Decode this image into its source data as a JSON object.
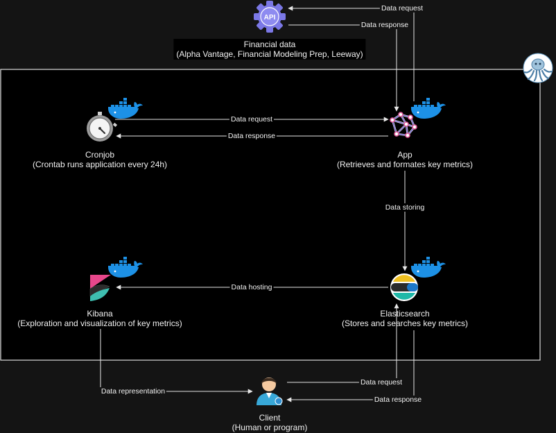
{
  "nodes": {
    "api": {
      "icon": "api-gear-icon",
      "icon_text": "API",
      "title": "Financial data",
      "subtitle": "(Alpha Vantage, Financial Modeling Prep, Leeway)"
    },
    "cronjob": {
      "icon": "stopwatch-icon",
      "title": "Cronjob",
      "subtitle": "(Crontab runs application every 24h)"
    },
    "app": {
      "icon": "network-graph-icon",
      "title": "App",
      "subtitle": "(Retrieves and formates key metrics)"
    },
    "kibana": {
      "icon": "kibana-logo-icon",
      "title": "Kibana",
      "subtitle": "(Exploration and visualization of key metrics)"
    },
    "elasticsearch": {
      "icon": "elasticsearch-logo-icon",
      "title": "Elasticsearch",
      "subtitle": "(Stores and searches key metrics)"
    },
    "client": {
      "icon": "user-icon",
      "title": "Client",
      "subtitle": "(Human or program)"
    }
  },
  "edges": {
    "api_request": "Data request",
    "api_response": "Data response",
    "cron_request": "Data request",
    "cron_response": "Data response",
    "storing": "Data storing",
    "hosting": "Data hosting",
    "representation": "Data representation",
    "client_request": "Data request",
    "client_response": "Data response"
  },
  "colors": {
    "background": "#141414",
    "boundary_fill": "#000000",
    "boundary_stroke": "#e0e0e0",
    "arrow": "#e8e8e8",
    "docker": "#1d91e6",
    "api_gear": "#7b78e6",
    "elastic_yellow": "#f0c020",
    "elastic_teal": "#1fb8a8",
    "elastic_blue": "#1c78c8",
    "kibana_pink": "#e8478b",
    "kibana_teal": "#3ebeb0"
  }
}
